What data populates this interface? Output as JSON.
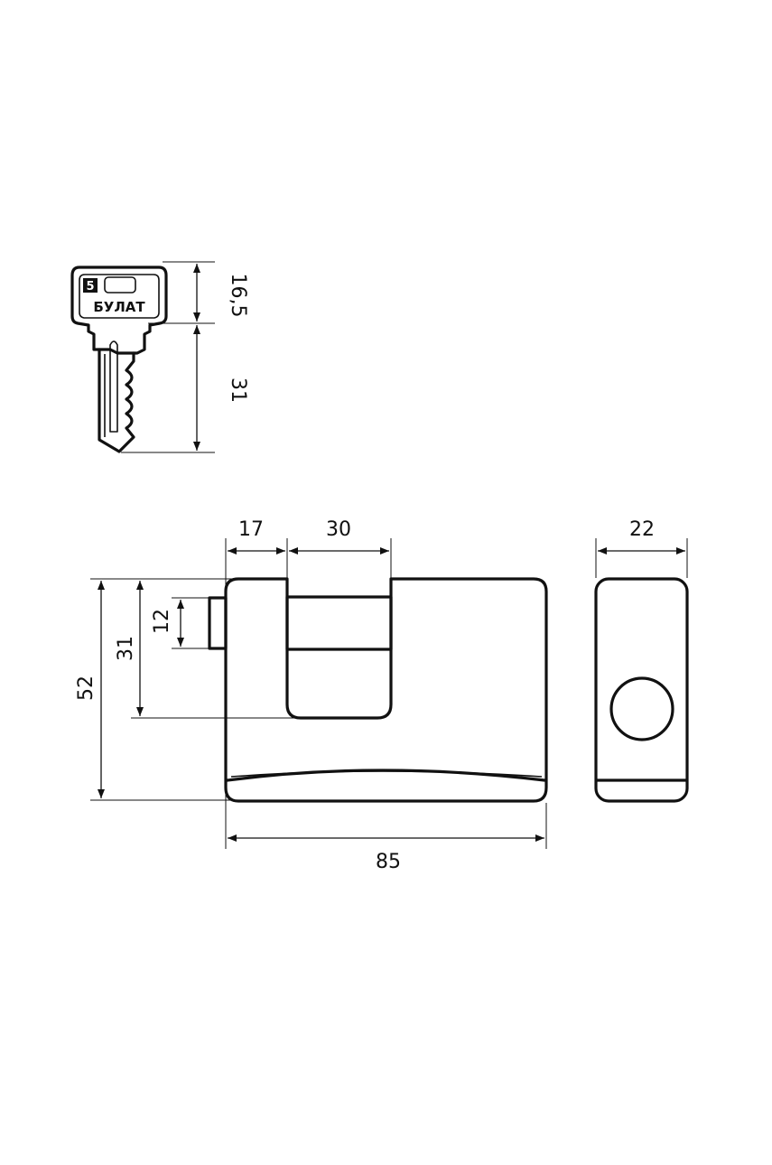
{
  "key": {
    "brand": "БУЛАТ",
    "logo_letter": "5",
    "dimensions": {
      "head_height": "16,5",
      "blade_length": "31"
    }
  },
  "padlock_front": {
    "dimensions": {
      "shackle_side": "17",
      "shackle_opening": "30",
      "shackle_bolt": "12",
      "shackle_depth": "31",
      "body_height": "52",
      "body_width": "85"
    }
  },
  "padlock_side": {
    "dimensions": {
      "body_depth": "22"
    }
  },
  "colors": {
    "ink": "#111111",
    "background": "#ffffff"
  }
}
